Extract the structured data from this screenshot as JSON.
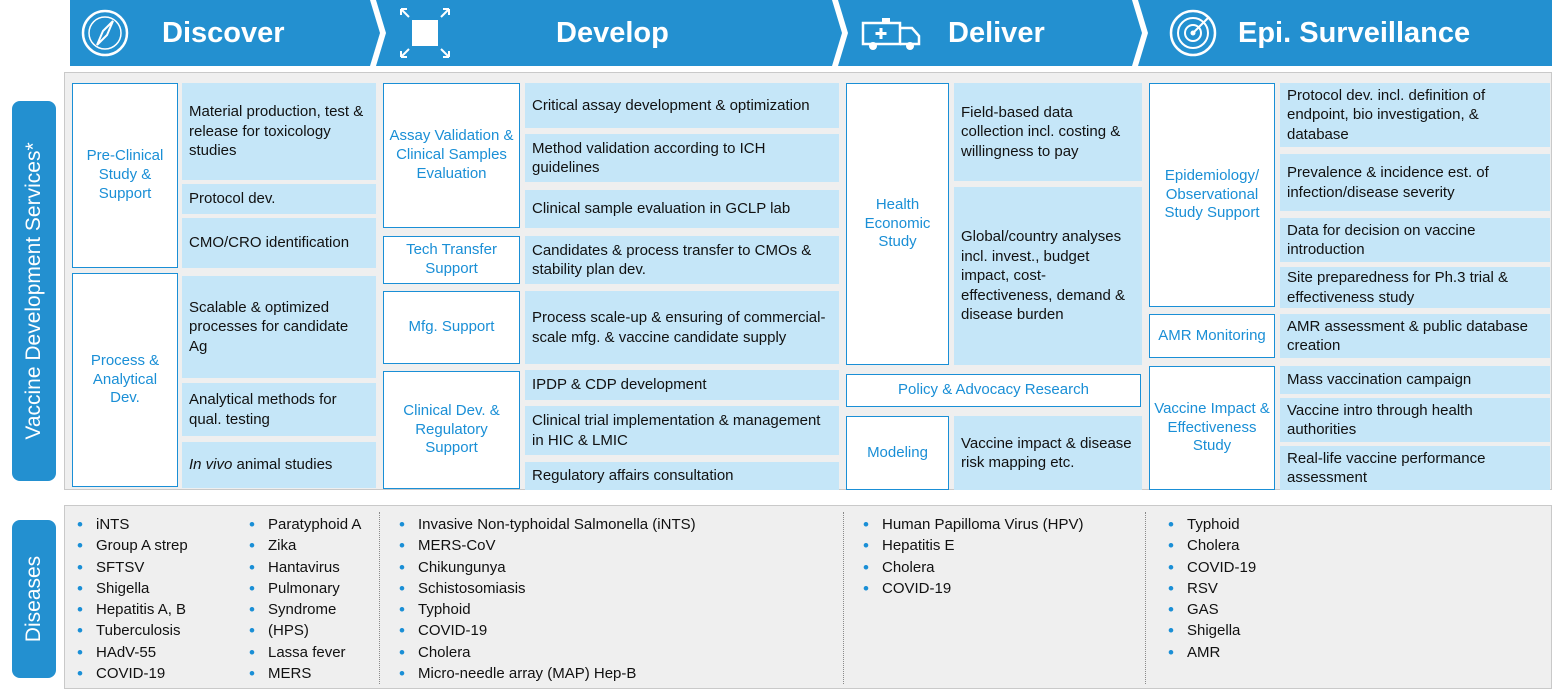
{
  "header": {
    "phases": [
      {
        "label": "Discover",
        "icon": "compass-icon"
      },
      {
        "label": "Develop",
        "icon": "expand-square-icon"
      },
      {
        "label": "Deliver",
        "icon": "ambulance-icon"
      },
      {
        "label": "Epi. Surveillance",
        "icon": "radar-icon"
      }
    ]
  },
  "sidebar": {
    "services_label": "Vaccine Development Services*",
    "diseases_label": "Diseases"
  },
  "colors": {
    "primary_blue": "#1a8fd6",
    "header_blue": "#2390d0",
    "service_fill": "#c5e6f8",
    "panel_grey": "#efefef"
  },
  "discover": {
    "categories": [
      "Pre-Clinical Study & Support",
      "Process & Analytical Dev."
    ],
    "services": [
      "Material production, test & release for toxicology studies",
      "Protocol dev.",
      "CMO/CRO identification",
      "Scalable & optimized processes for candidate Ag",
      "Analytical methods for qual. testing",
      " animal studies"
    ],
    "in_vivo": "In vivo"
  },
  "develop": {
    "categories": [
      "Assay Validation & Clinical Samples Evaluation",
      "Tech Transfer Support",
      "Mfg. Support",
      "Clinical Dev. & Regulatory Support"
    ],
    "services": [
      "Critical assay development & optimization",
      "Method validation according to ICH guidelines",
      "Clinical sample evaluation in GCLP lab",
      "Candidates & process transfer to CMOs & stability plan dev.",
      "Process scale-up & ensuring of commercial-scale mfg. & vaccine candidate supply",
      "IPDP & CDP development",
      "Clinical trial implementation & management in HIC & LMIC",
      "Regulatory affairs consultation"
    ]
  },
  "deliver": {
    "categories": [
      "Health Economic Study",
      "Policy & Advocacy Research",
      "Modeling"
    ],
    "services": [
      "Field-based data collection incl. costing & willingness to pay",
      "Global/country analyses incl. invest., budget impact, cost-effectiveness, demand & disease burden",
      "Vaccine impact & disease risk mapping etc."
    ]
  },
  "epi": {
    "categories": [
      "Epidemiology/ Observational Study Support",
      "AMR Monitoring",
      "Vaccine Impact & Effectiveness Study"
    ],
    "services": [
      "Protocol dev. incl. definition of endpoint, bio investigation, & database",
      "Prevalence & incidence est. of infection/disease severity",
      "Data for decision on vaccine introduction",
      "Site preparedness for Ph.3 trial & effectiveness study",
      "AMR assessment & public database creation",
      "Mass vaccination campaign",
      "Vaccine intro through health authorities",
      "Real-life vaccine performance assessment"
    ]
  },
  "diseases": {
    "discover_col1": [
      "iNTS",
      "Group A strep",
      "SFTSV",
      "Shigella",
      "Hepatitis A, B",
      "Tuberculosis",
      "HAdV-55",
      "COVID-19"
    ],
    "discover_col2": [
      "Paratyphoid A",
      "Zika",
      "Hantavirus",
      "Pulmonary",
      "Syndrome",
      "(HPS)",
      "Lassa fever",
      "MERS"
    ],
    "develop": [
      "Invasive Non-typhoidal Salmonella (iNTS)",
      "MERS-CoV",
      "Chikungunya",
      "Schistosomiasis",
      "Typhoid",
      "COVID-19",
      "Cholera",
      "Micro-needle array (MAP) Hep-B"
    ],
    "deliver": [
      "Human Papilloma Virus (HPV)",
      "Hepatitis E",
      "Cholera",
      "COVID-19"
    ],
    "epi": [
      "Typhoid",
      "Cholera",
      "COVID-19",
      "RSV",
      "GAS",
      "Shigella",
      "AMR"
    ]
  }
}
